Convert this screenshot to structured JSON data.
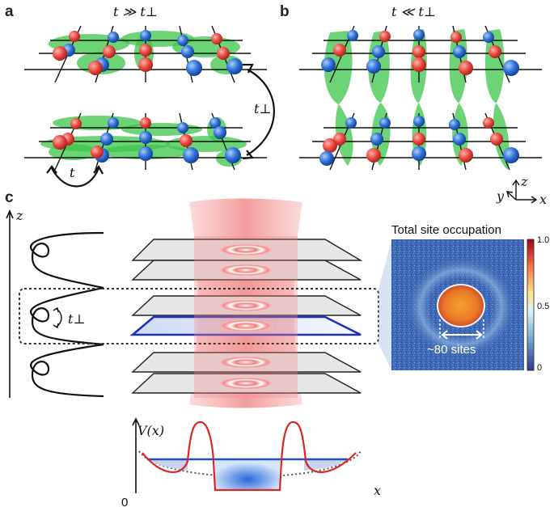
{
  "panels": {
    "a": {
      "label": "a",
      "title": "t ≫ t⊥",
      "hop_label": "t",
      "interlayer_label": "t⊥"
    },
    "b": {
      "label": "b",
      "title": "t ≪ t⊥",
      "axes": {
        "z": "z",
        "y": "y",
        "x": "x"
      }
    },
    "c": {
      "label": "c",
      "z_axis": "z",
      "tunnel_label": "t⊥",
      "potential": {
        "ylabel": "V(x)",
        "xlabel": "x",
        "zero": "0"
      },
      "inset": {
        "title": "Total site occupation",
        "annotation": "~80 sites",
        "colorbar_ticks": [
          "1.0",
          "0.5",
          "0"
        ]
      }
    }
  },
  "colors": {
    "red_atom": "#e8483f",
    "blue_atom": "#2f6fd6",
    "green_bond": "#3cc44a",
    "highlight": "#1f2fbf",
    "potential": "#d62828"
  }
}
